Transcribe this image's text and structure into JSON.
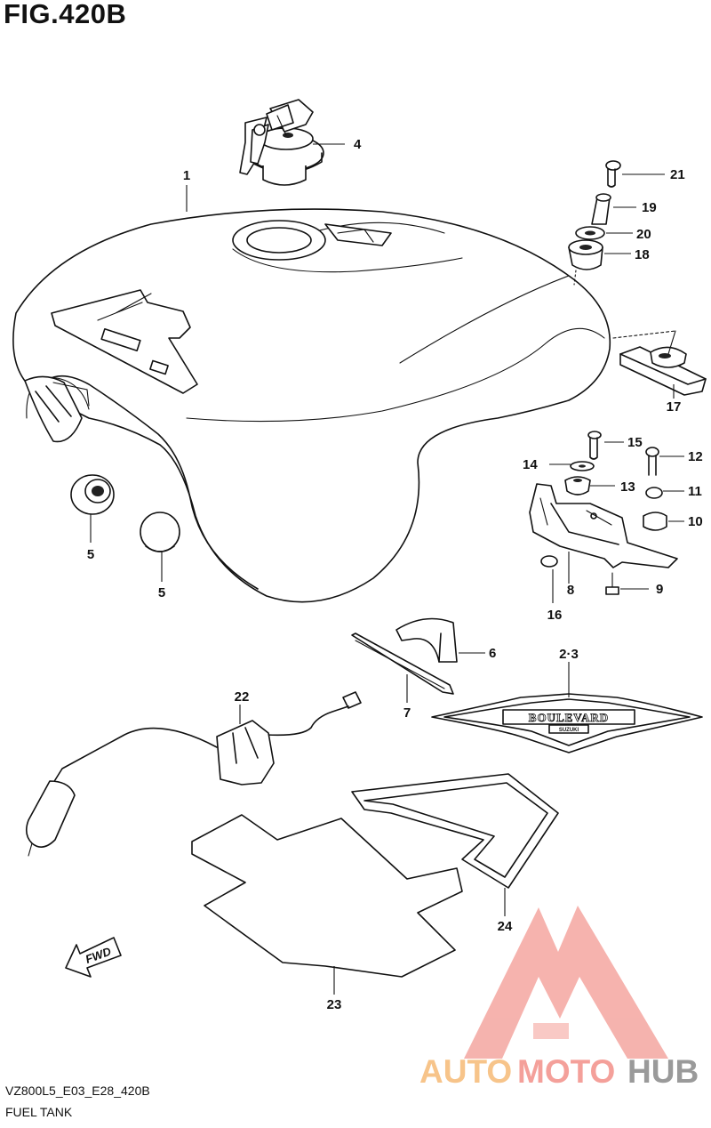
{
  "figure": {
    "title": "FIG.420B",
    "code": "VZ800L5_E03_E28_420B",
    "name": "FUEL TANK"
  },
  "callouts": [
    "1",
    "4",
    "21",
    "19",
    "20",
    "18",
    "17",
    "15",
    "14",
    "12",
    "13",
    "11",
    "10",
    "9",
    "8",
    "16",
    "5",
    "5",
    "6",
    "2·3",
    "7",
    "22",
    "23",
    "24"
  ],
  "emblem": {
    "brand": "BOULEVARD",
    "sub": "SUZUKI"
  },
  "fwd_arrow": {
    "label": "FWD"
  },
  "watermark": {
    "part1": "AUTO",
    "part2": "MOTO",
    "part3": "HUB",
    "colors": {
      "auto": "#f7c48a",
      "moto": "#f4a09a",
      "hub": "#9a9a9a",
      "logo": "#f29a96"
    }
  }
}
